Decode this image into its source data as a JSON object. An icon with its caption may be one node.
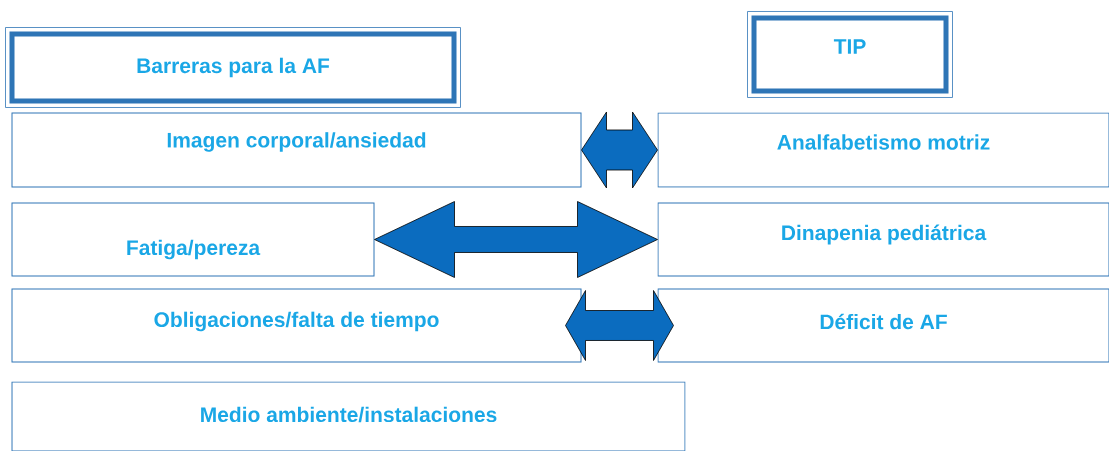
{
  "diagram": {
    "nodes": [
      {
        "text": [
          "Barreras para la AF"
        ]
      },
      {
        "text": [
          "TIP"
        ]
      },
      {
        "text": [
          "Imagen corporal/ansiedad"
        ]
      },
      {
        "text": [
          "Analfabetismo motriz"
        ]
      },
      {
        "text": [
          "Fatiga/pereza"
        ]
      },
      {
        "text": [
          "Dinapenia pediátrica"
        ]
      },
      {
        "text": [
          "Obligaciones/falta de tiempo"
        ]
      },
      {
        "text": [
          "Déficit de AF"
        ]
      },
      {
        "text": [
          "Medio ambiente/instalaciones"
        ]
      }
    ],
    "edges": [
      {
        "from": 2,
        "to": 3,
        "arrow": "both"
      },
      {
        "from": 4,
        "to": 5,
        "arrow": "both"
      },
      {
        "from": 6,
        "to": 7,
        "arrow": "both"
      }
    ]
  }
}
